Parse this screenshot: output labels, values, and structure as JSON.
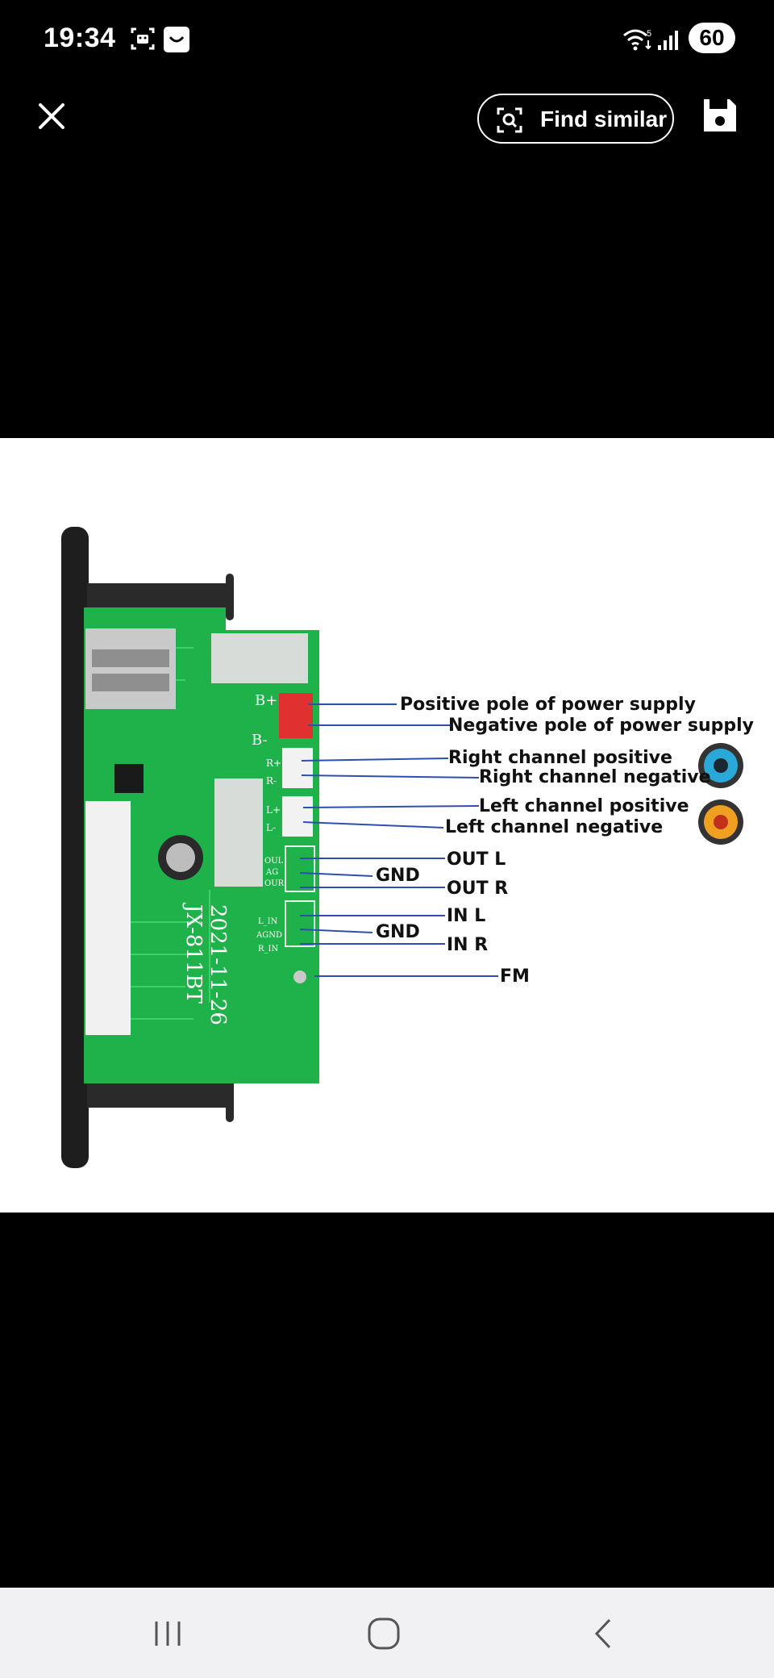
{
  "status": {
    "time": "19:34",
    "battery": "60",
    "network_label": "5"
  },
  "toolbar": {
    "find_similar_label": "Find similar"
  },
  "image": {
    "board_model": "JX-811BT",
    "board_date": "2021-11-26",
    "pcb_marks": {
      "b_plus": "B+",
      "b_minus": "B-",
      "r_plus": "R+",
      "r_minus": "R-",
      "l_plus": "L+",
      "l_minus": "L-",
      "out_l": "OUL",
      "ag": "AG",
      "out_r": "OUR",
      "l_in": "L_IN",
      "agnd": "AGND",
      "r_in": "R_IN"
    },
    "callouts": {
      "power_pos": "Positive pole of power supply",
      "power_neg": "Negative pole of power supply",
      "right_pos": "Right channel positive",
      "right_neg": "Right channel negative",
      "left_pos": "Left channel positive",
      "left_neg": "Left channel negative",
      "out_l": "OUT L",
      "gnd_out": "GND",
      "out_r": "OUT R",
      "in_l": "IN L",
      "gnd_in": "GND",
      "in_r": "IN R",
      "fm": "FM"
    }
  },
  "colors": {
    "pcb_green": "#1fb24a",
    "line_blue": "#2c4fb0",
    "speaker_right": "#2aa8d8",
    "speaker_left": "#f0a020"
  }
}
